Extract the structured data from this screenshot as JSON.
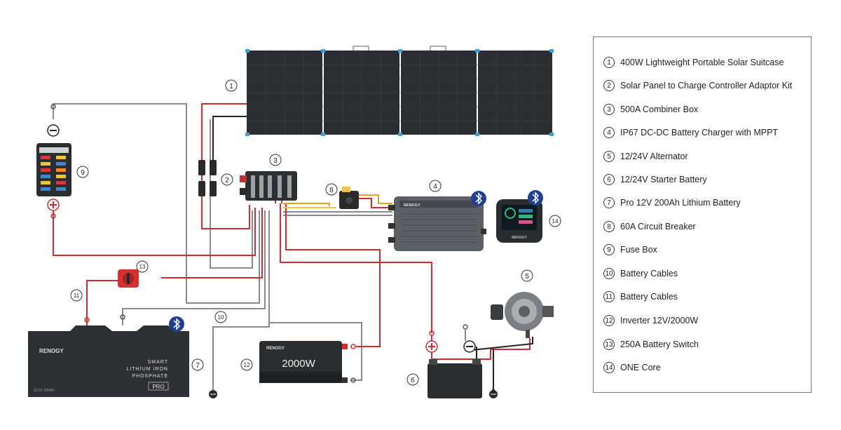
{
  "legend": {
    "items": [
      {
        "num": "1",
        "label": "400W Lightweight Portable Solar Suitcase"
      },
      {
        "num": "2",
        "label": "Solar Panel to Charge Controller Adaptor Kit"
      },
      {
        "num": "3",
        "label": "500A Combiner Box"
      },
      {
        "num": "4",
        "label": "IP67 DC-DC Battery Charger with MPPT"
      },
      {
        "num": "5",
        "label": "12/24V Alternator"
      },
      {
        "num": "6",
        "label": "12/24V Starter Battery"
      },
      {
        "num": "7",
        "label": "Pro 12V 200Ah Lithium Battery"
      },
      {
        "num": "8",
        "label": "60A Circuit Breaker"
      },
      {
        "num": "9",
        "label": "Fuse Box"
      },
      {
        "num": "10",
        "label": "Battery Cables"
      },
      {
        "num": "11",
        "label": "Battery Cables"
      },
      {
        "num": "12",
        "label": "Inverter 12V/2000W"
      },
      {
        "num": "13",
        "label": "250A Battery Switch"
      },
      {
        "num": "14",
        "label": "ONE Core"
      }
    ]
  },
  "diagram": {
    "markers": {
      "m1": "1",
      "m2": "2",
      "m3": "3",
      "m4": "4",
      "m5": "5",
      "m6": "6",
      "m7": "7",
      "m8": "8",
      "m9": "9",
      "m10": "10",
      "m11": "11",
      "m12": "12",
      "m13": "13",
      "m14": "14"
    },
    "battery": {
      "brand": "RENOGY",
      "line1": "SMART",
      "line2": "LITHIUM IRON",
      "line3": "PHOSPHATE",
      "badge": "PRO",
      "spec": "12.8V 200Ah"
    },
    "inverter": {
      "brand": "RENOGY",
      "power": "2000W"
    },
    "charger": {
      "brand": "RENOGY"
    },
    "core": {
      "brand": "RENOGY"
    },
    "polarity": {
      "plus": "+",
      "minus": "−"
    }
  },
  "colors": {
    "positive": "#d62a2a",
    "negative": "#222222",
    "ground": "#8a8a8a",
    "signal": "#e8a317",
    "bluetooth": "#1f3f8f"
  }
}
